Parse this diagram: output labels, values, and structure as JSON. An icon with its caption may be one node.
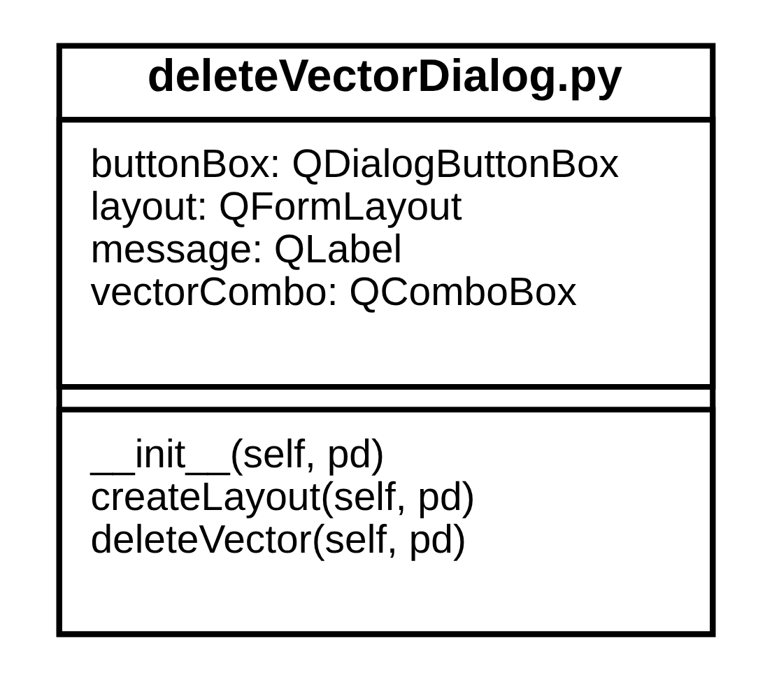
{
  "diagram": {
    "nodes": [
      {
        "text": [
          "deleteVectorDialog.py"
        ]
      },
      {
        "text": [
          "buttonBox: QDialogButtonBox",
          "layout: QFormLayout",
          "message: QLabel",
          "vectorCombo: QComboBox"
        ],
        "in": 0
      },
      {
        "text": [
          "__init__(self, pd)",
          "createLayout(self, pd)",
          "deleteVector(self, pd)"
        ],
        "in": 0
      }
    ]
  }
}
